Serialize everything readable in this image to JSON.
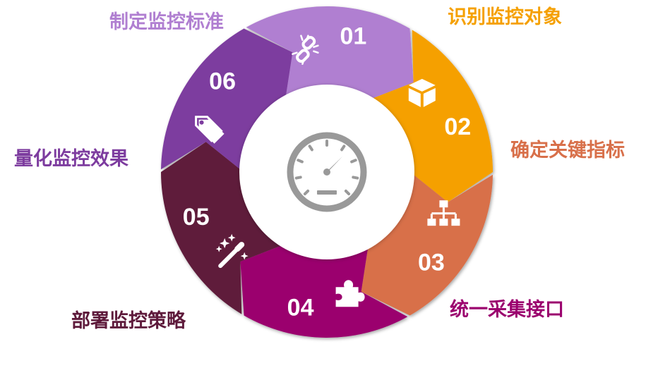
{
  "diagram": {
    "segments": [
      {
        "number": "01",
        "label": "制定监控标准",
        "icon": "broken-link-icon",
        "color": "#B07FD1"
      },
      {
        "number": "02",
        "label": "识别监控对象",
        "icon": "cube-icon",
        "color": "#F5A000"
      },
      {
        "number": "03",
        "label": "确定关键指标",
        "icon": "org-chart-icon",
        "color": "#D8704A"
      },
      {
        "number": "04",
        "label": "统一采集接口",
        "icon": "puzzle-icon",
        "color": "#9B006E"
      },
      {
        "number": "05",
        "label": "部署监控策略",
        "icon": "magic-wand-icon",
        "color": "#5E1A3B"
      },
      {
        "number": "06",
        "label": "量化监控效果",
        "icon": "tags-icon",
        "color": "#7D3C9F"
      }
    ],
    "center_icon": "speedometer-icon",
    "center_color": "#999999"
  }
}
